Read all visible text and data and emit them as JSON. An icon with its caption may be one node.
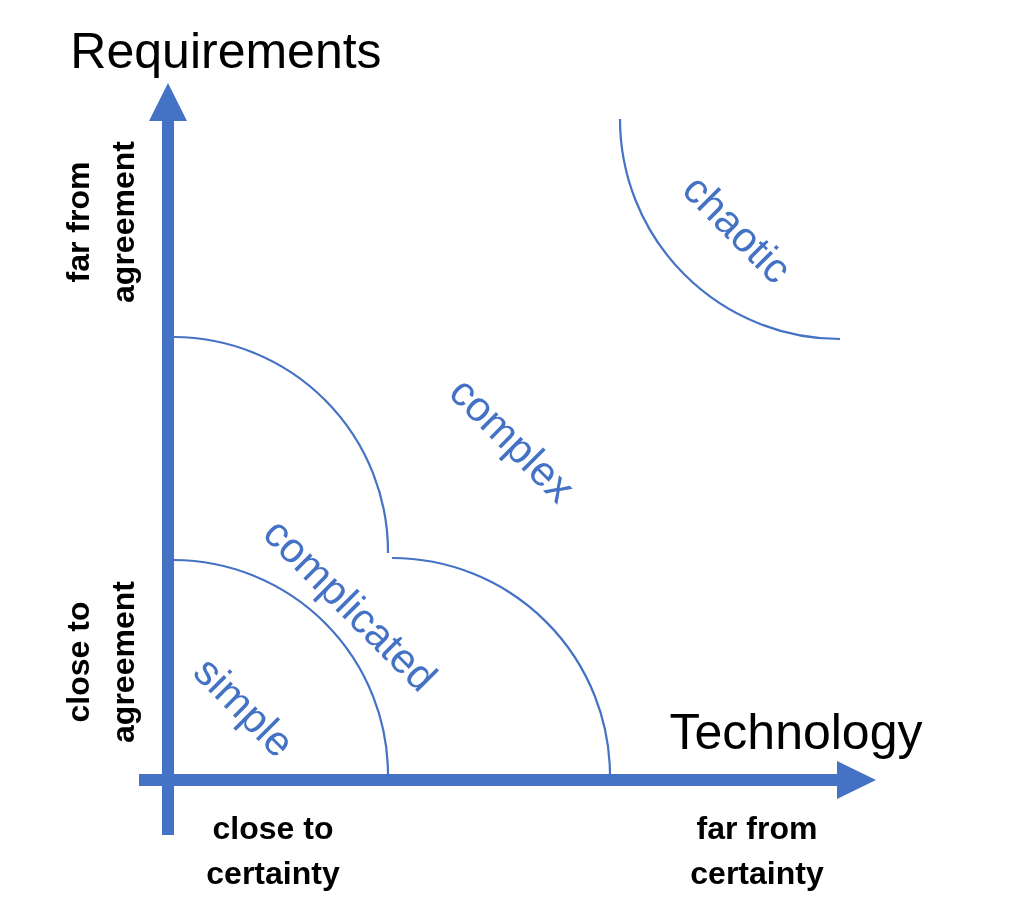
{
  "diagram": {
    "labels": [
      "Requirements",
      "far from agreement",
      "chaotic",
      "complex",
      "complicated",
      "close to agreement",
      "simple",
      "Technology",
      "close to certainty",
      "far from certainty"
    ]
  }
}
